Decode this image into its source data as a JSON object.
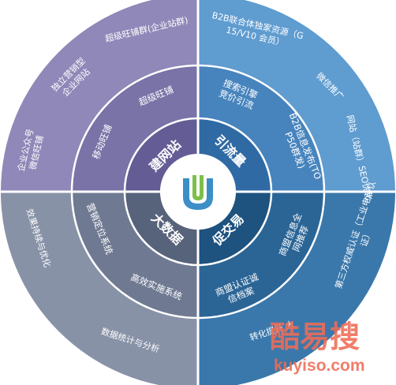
{
  "diagram": {
    "center": {
      "logo_icon": "stylized-u-logo-icon"
    },
    "quadrants": [
      {
        "id": "build-site",
        "core_label": "建网站",
        "colors": {
          "outer": "#8f88b8",
          "middle": "#7a73a8",
          "inner": "#645c94"
        },
        "middle_items": [
          "超级旺铺",
          "移动旺铺"
        ],
        "outer_items": [
          "超级旺铺群(企业站群)",
          "独立营销型企业网站",
          "企业公众号微信旺铺"
        ]
      },
      {
        "id": "drive-traffic",
        "core_label": "引流量",
        "colors": {
          "outer": "#5f9cd0",
          "middle": "#4784bd",
          "inner": "#2f6aa5"
        },
        "middle_items": [
          "搜索引擎竞价引流",
          "B2B信息发布(TOP50群发)"
        ],
        "outer_items": [
          "B2B联合体独家资源（G15/V10 会员）",
          "微信推广",
          "网站（站群）SEO优化"
        ]
      },
      {
        "id": "promote-deals",
        "core_label": "促交易",
        "colors": {
          "outer": "#3a78ab",
          "middle": "#2b6596",
          "inner": "#1e527f"
        },
        "middle_items": [
          "商盟信息全网推荐",
          "商盟认证诚信档案"
        ],
        "outer_items": [
          "第三方权威认证（工业电商认证）",
          "转化提升 大"
        ]
      },
      {
        "id": "big-data",
        "core_label": "大数据",
        "colors": {
          "outer": "#8892a7",
          "middle": "#6f7a92",
          "inner": "#57627b"
        },
        "middle_items": [
          "营销定位系统",
          "高效实施系统"
        ],
        "outer_items": [
          "效果持续与优化",
          "数据统计与分析"
        ]
      }
    ]
  },
  "watermark": {
    "cn": "酷易搜",
    "en": "kuyiso.com"
  }
}
